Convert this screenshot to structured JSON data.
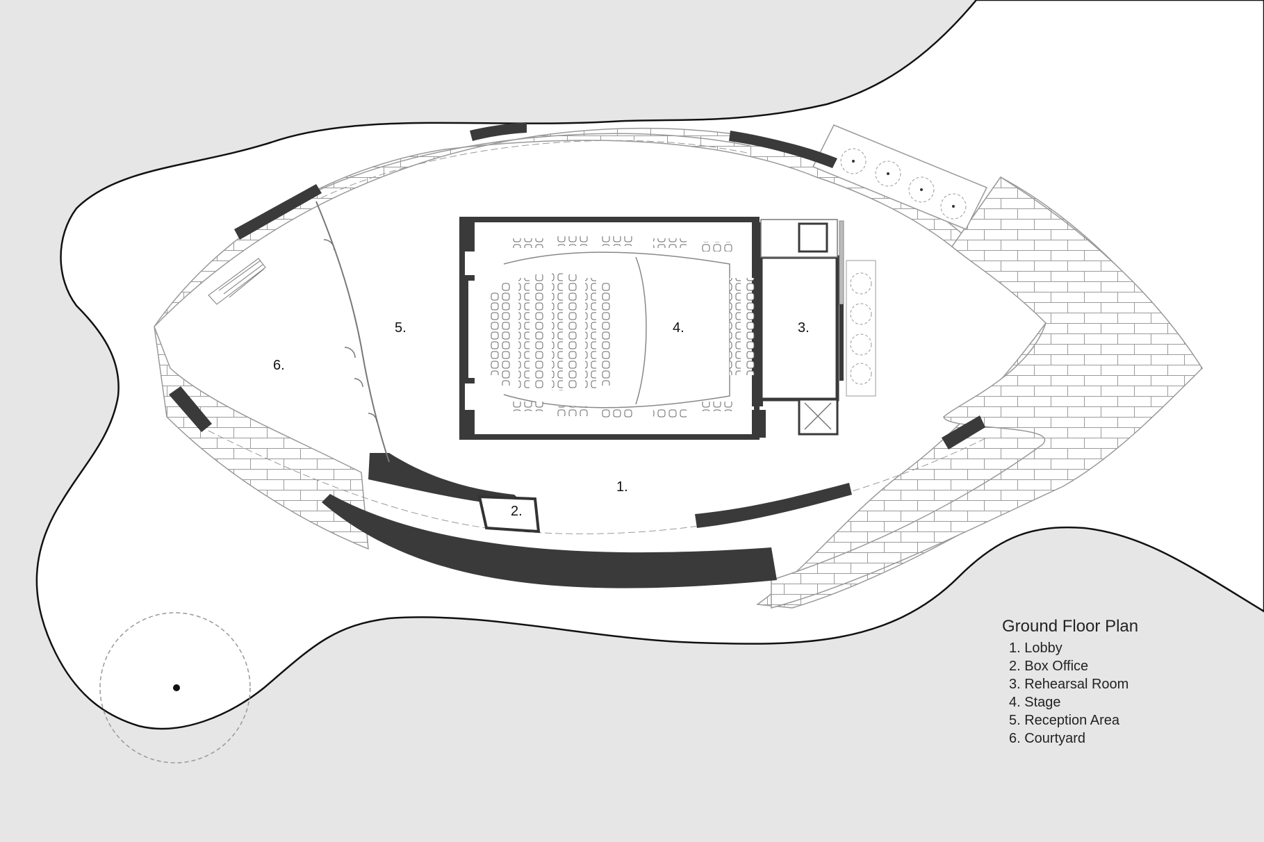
{
  "legend": {
    "title": "Ground Floor Plan",
    "items": [
      "1. Lobby",
      "2. Box Office",
      "3. Rehearsal Room",
      "4. Stage",
      "5. Reception Area",
      "6. Courtyard"
    ]
  },
  "rooms": {
    "lobby": "1.",
    "box_office": "2.",
    "rehearsal_room": "3.",
    "stage": "4.",
    "reception_area": "5.",
    "courtyard": "6."
  },
  "colors": {
    "ground": "#e6e6e6",
    "site": "#ffffff",
    "wall": "#3a3a3a",
    "line": "#888888"
  }
}
